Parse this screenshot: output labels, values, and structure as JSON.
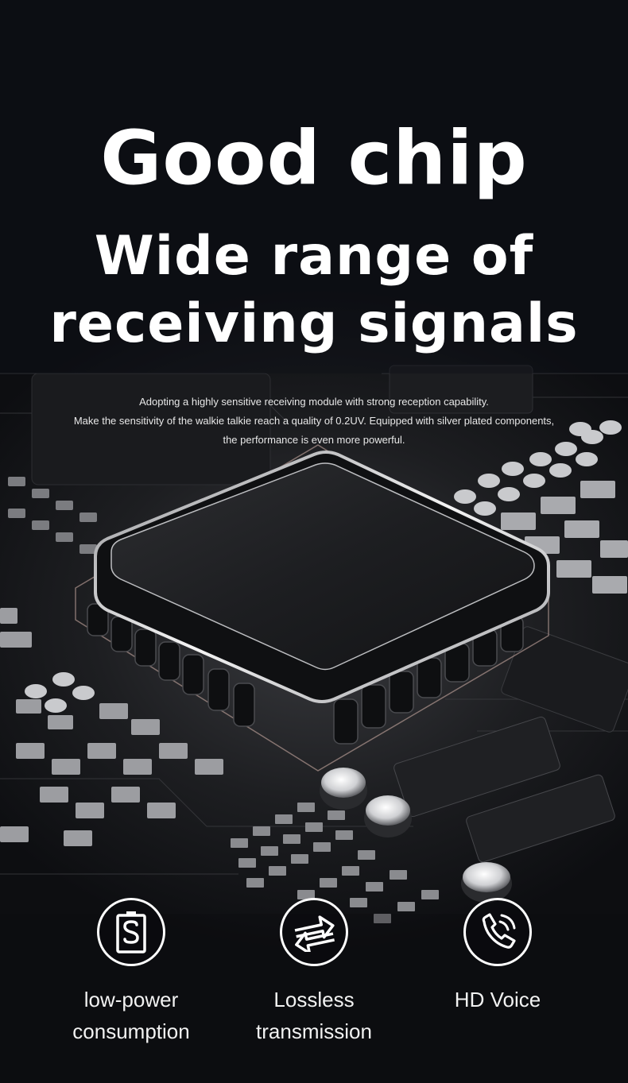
{
  "headline": {
    "line1": "Good chip",
    "line2": "Wide range of",
    "line3": "receiving signals"
  },
  "description": [
    "Adopting a highly sensitive receiving module with strong reception capability.",
    "Make the sensitivity of the walkie talkie reach a quality of 0.2UV. Equipped with silver plated components,",
    "the performance is even more powerful."
  ],
  "features": [
    {
      "icon": "battery-icon",
      "line1": "low-power",
      "line2": "consumption"
    },
    {
      "icon": "transfer-arrows-icon",
      "line1": "Lossless",
      "line2": "transmission"
    },
    {
      "icon": "phone-voice-icon",
      "line1": "HD Voice",
      "line2": ""
    }
  ],
  "colors": {
    "text": "#ffffff",
    "background": "#17181b"
  }
}
